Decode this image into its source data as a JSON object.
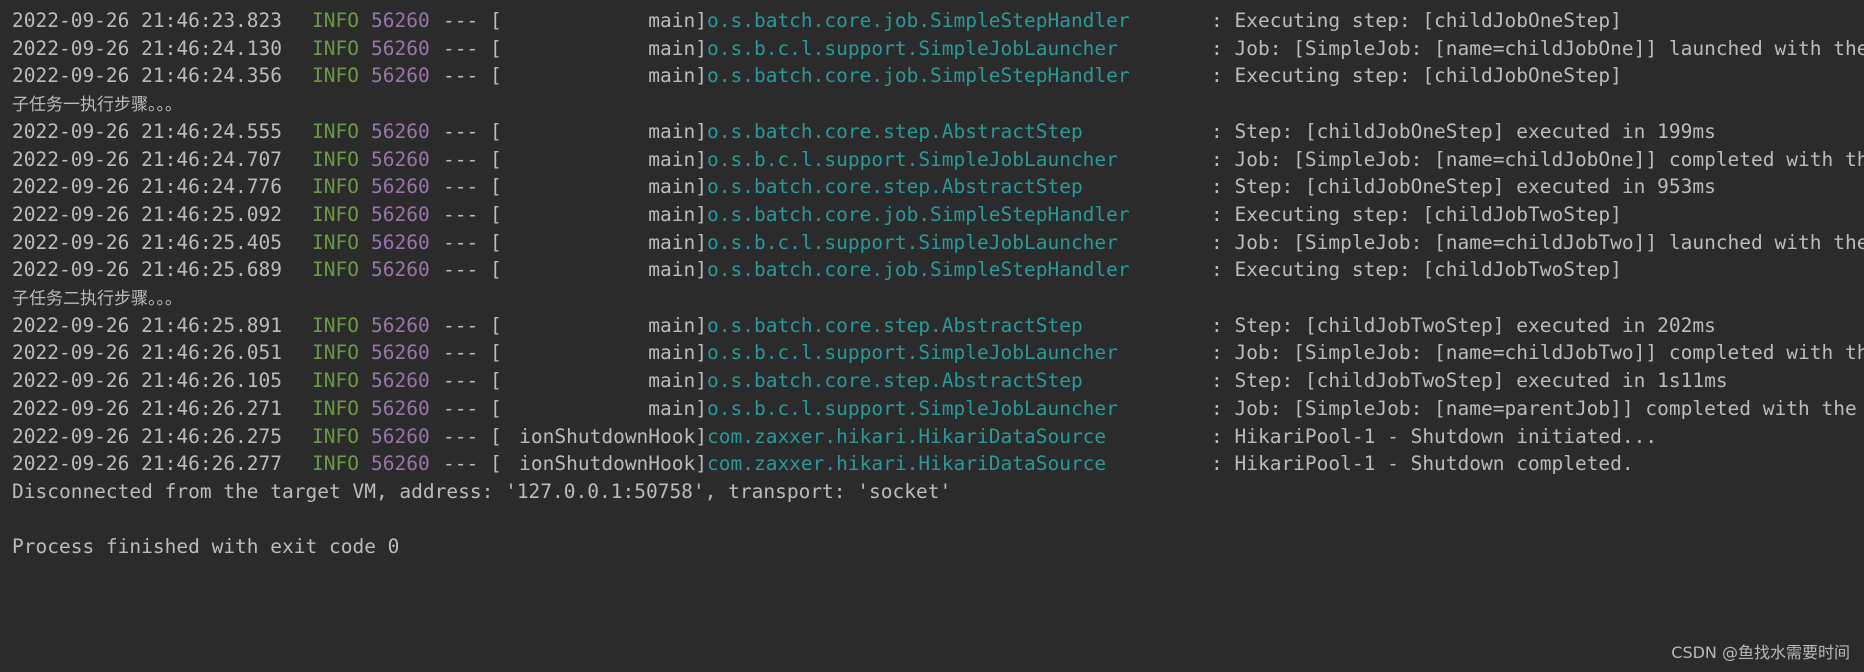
{
  "console": {
    "lines": [
      {
        "kind": "log",
        "ts": "2022-09-26 21:46:23.823",
        "level": "INFO",
        "pid": "56260",
        "sep": "--- [",
        "thread": "main]",
        "logger": "o.s.batch.core.job.SimpleStepHandler",
        "msg": ": Executing step: [childJobOneStep]"
      },
      {
        "kind": "log",
        "ts": "2022-09-26 21:46:24.130",
        "level": "INFO",
        "pid": "56260",
        "sep": "--- [",
        "thread": "main]",
        "logger": "o.s.b.c.l.support.SimpleJobLauncher",
        "msg": ": Job: [SimpleJob: [name=childJobOne]] launched with the"
      },
      {
        "kind": "log",
        "ts": "2022-09-26 21:46:24.356",
        "level": "INFO",
        "pid": "56260",
        "sep": "--- [",
        "thread": "main]",
        "logger": "o.s.batch.core.job.SimpleStepHandler",
        "msg": ": Executing step: [childJobOneStep]"
      },
      {
        "kind": "text",
        "text": "子任务一执行步骤。。。"
      },
      {
        "kind": "log",
        "ts": "2022-09-26 21:46:24.555",
        "level": "INFO",
        "pid": "56260",
        "sep": "--- [",
        "thread": "main]",
        "logger": "o.s.batch.core.step.AbstractStep",
        "msg": ": Step: [childJobOneStep] executed in 199ms"
      },
      {
        "kind": "log",
        "ts": "2022-09-26 21:46:24.707",
        "level": "INFO",
        "pid": "56260",
        "sep": "--- [",
        "thread": "main]",
        "logger": "o.s.b.c.l.support.SimpleJobLauncher",
        "msg": ": Job: [SimpleJob: [name=childJobOne]] completed with th"
      },
      {
        "kind": "log",
        "ts": "2022-09-26 21:46:24.776",
        "level": "INFO",
        "pid": "56260",
        "sep": "--- [",
        "thread": "main]",
        "logger": "o.s.batch.core.step.AbstractStep",
        "msg": ": Step: [childJobOneStep] executed in 953ms"
      },
      {
        "kind": "log",
        "ts": "2022-09-26 21:46:25.092",
        "level": "INFO",
        "pid": "56260",
        "sep": "--- [",
        "thread": "main]",
        "logger": "o.s.batch.core.job.SimpleStepHandler",
        "msg": ": Executing step: [childJobTwoStep]"
      },
      {
        "kind": "log",
        "ts": "2022-09-26 21:46:25.405",
        "level": "INFO",
        "pid": "56260",
        "sep": "--- [",
        "thread": "main]",
        "logger": "o.s.b.c.l.support.SimpleJobLauncher",
        "msg": ": Job: [SimpleJob: [name=childJobTwo]] launched with the"
      },
      {
        "kind": "log",
        "ts": "2022-09-26 21:46:25.689",
        "level": "INFO",
        "pid": "56260",
        "sep": "--- [",
        "thread": "main]",
        "logger": "o.s.batch.core.job.SimpleStepHandler",
        "msg": ": Executing step: [childJobTwoStep]"
      },
      {
        "kind": "text",
        "text": "子任务二执行步骤。。。"
      },
      {
        "kind": "log",
        "ts": "2022-09-26 21:46:25.891",
        "level": "INFO",
        "pid": "56260",
        "sep": "--- [",
        "thread": "main]",
        "logger": "o.s.batch.core.step.AbstractStep",
        "msg": ": Step: [childJobTwoStep] executed in 202ms"
      },
      {
        "kind": "log",
        "ts": "2022-09-26 21:46:26.051",
        "level": "INFO",
        "pid": "56260",
        "sep": "--- [",
        "thread": "main]",
        "logger": "o.s.b.c.l.support.SimpleJobLauncher",
        "msg": ": Job: [SimpleJob: [name=childJobTwo]] completed with th"
      },
      {
        "kind": "log",
        "ts": "2022-09-26 21:46:26.105",
        "level": "INFO",
        "pid": "56260",
        "sep": "--- [",
        "thread": "main]",
        "logger": "o.s.batch.core.step.AbstractStep",
        "msg": ": Step: [childJobTwoStep] executed in 1s11ms"
      },
      {
        "kind": "log",
        "ts": "2022-09-26 21:46:26.271",
        "level": "INFO",
        "pid": "56260",
        "sep": "--- [",
        "thread": "main]",
        "logger": "o.s.b.c.l.support.SimpleJobLauncher",
        "msg": ": Job: [SimpleJob: [name=parentJob]] completed with the"
      },
      {
        "kind": "log",
        "ts": "2022-09-26 21:46:26.275",
        "level": "INFO",
        "pid": "56260",
        "sep": "--- [",
        "thread": "ionShutdownHook]",
        "logger": "com.zaxxer.hikari.HikariDataSource",
        "msg": ": HikariPool-1 - Shutdown initiated..."
      },
      {
        "kind": "log",
        "ts": "2022-09-26 21:46:26.277",
        "level": "INFO",
        "pid": "56260",
        "sep": "--- [",
        "thread": "ionShutdownHook]",
        "logger": "com.zaxxer.hikari.HikariDataSource",
        "msg": ": HikariPool-1 - Shutdown completed."
      },
      {
        "kind": "text",
        "text": "Disconnected from the target VM, address: '127.0.0.1:50758', transport: 'socket'"
      },
      {
        "kind": "blank",
        "text": ""
      },
      {
        "kind": "text",
        "text": "Process finished with exit code 0"
      }
    ]
  },
  "watermark": "CSDN @鱼找水需要时间",
  "colors": {
    "background": "#2b2b2b",
    "text": "#bbbbbb",
    "level": "#6a9a46",
    "pid": "#9876aa",
    "logger": "#299999"
  }
}
